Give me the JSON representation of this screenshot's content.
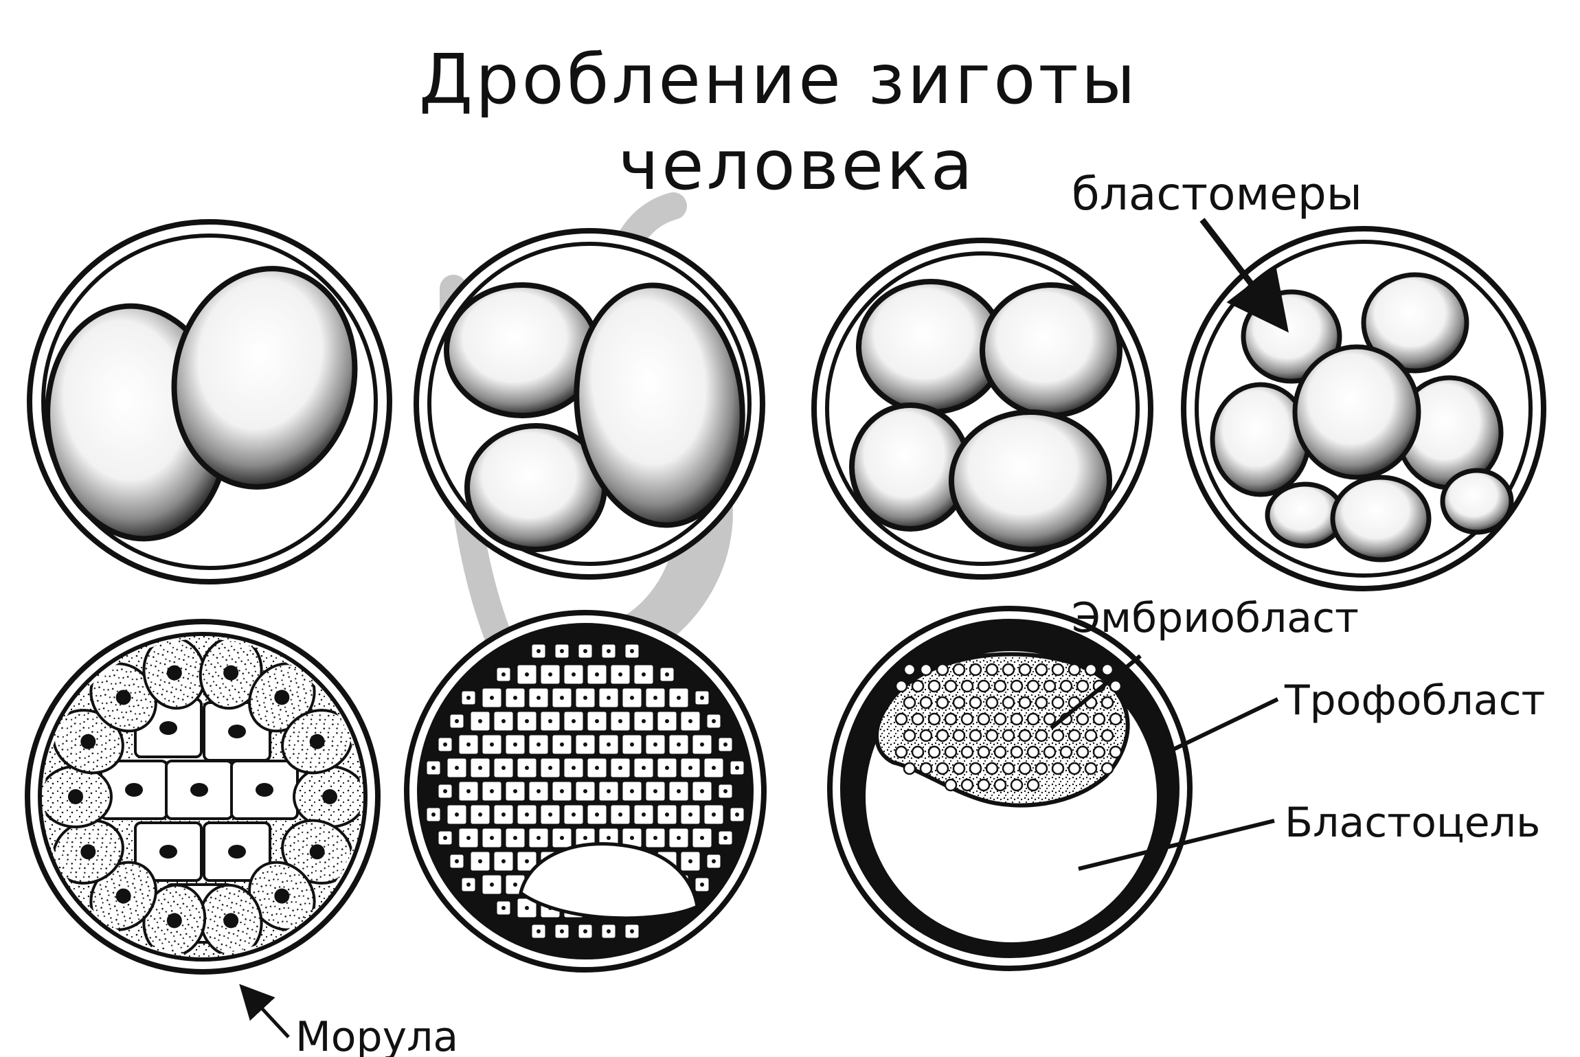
{
  "title": {
    "line1": "Дробление зиготы",
    "line2": "человека"
  },
  "labels": {
    "blastomeres": "бластомеры",
    "embryoblast": "Эмбриобласт",
    "trophoblast": "Трофобласт",
    "blastocoel": "Бластоцель",
    "morula": "Морула"
  },
  "colors": {
    "ink": "#111111",
    "paper": "#ffffff",
    "watermark": "#bdbdbd"
  }
}
